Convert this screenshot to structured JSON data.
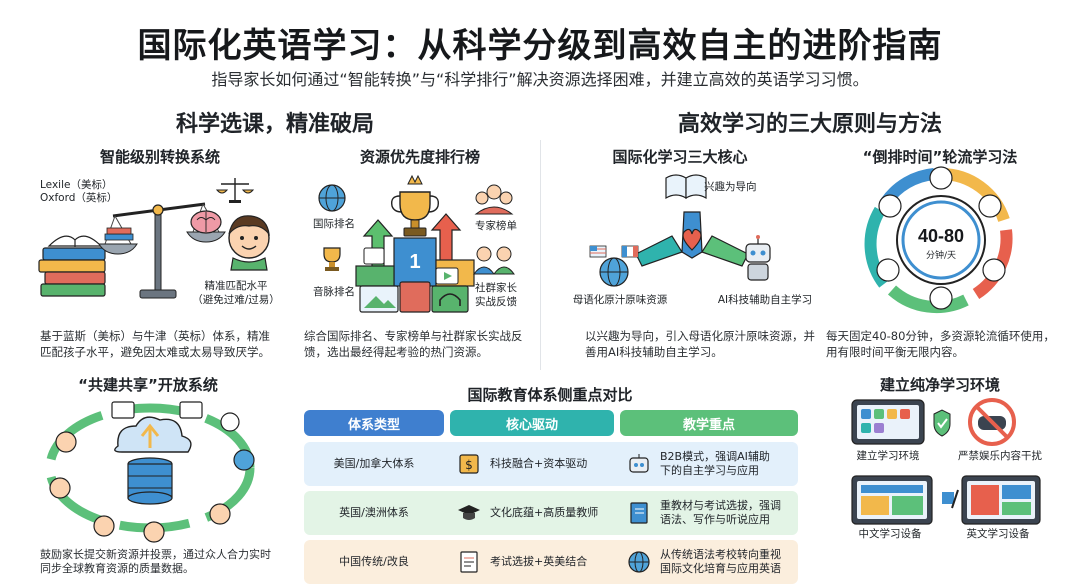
{
  "title": "国际化英语学习：从科学分级到高效自主的进阶指南",
  "subtitle": "指导家长如何通过“智能转换”与“科学排行”解决资源选择困难，并建立高效的英语学习习惯。",
  "left_column": {
    "heading": "科学选课，精准破局",
    "level_system": {
      "heading": "智能级别转换系统",
      "label_lexile": "Lexile（美标）",
      "label_oxford": "Oxford（英标）",
      "label_match": "精准匹配水平",
      "label_avoid": "（避免过难/过易）",
      "description": "基于蓝斯（美标）与牛津（英标）体系，精准匹配孩子水平，避免因太难或太易导致厌学。"
    },
    "ranking": {
      "heading": "资源优先度排行榜",
      "label_intl": "国际排名",
      "label_expert": "专家榜单",
      "label_audio": "音脉排名",
      "label_parents": "社群家长",
      "label_feedback": "实战反馈",
      "podium_rank": "1",
      "description": "综合国际排名、专家榜单与社群家长实战反馈，选出最经得起考验的热门资源。"
    }
  },
  "right_column": {
    "heading": "高效学习的三大原则与方法",
    "core": {
      "heading": "国际化学习三大核心",
      "label_interest": "兴趣为导向",
      "label_native": "母语化原汁原味资源",
      "label_ai": "AI科技辅助自主学习",
      "description": "以兴趣为导向，引入母语化原汁原味资源，并善用AI科技辅助自主学习。"
    },
    "rotation": {
      "heading": "“倒排时间”轮流学习法",
      "clock_main": "40-80",
      "clock_sub": "分钟/天",
      "description": "每天固定40-80分钟，多资源轮流循环使用，用有限时间平衡无限内容。"
    }
  },
  "shared": {
    "heading": "“共建共享”开放系统",
    "description": "鼓励家长提交新资源并投票，通过众人合力实时同步全球教育资源的质量数据。"
  },
  "comparison": {
    "heading": "国际教育体系侧重点对比",
    "headers": [
      "体系类型",
      "核心驱动",
      "教学重点"
    ],
    "header_colors": [
      "#3f7fcf",
      "#2fb3ad",
      "#5cc07a"
    ],
    "rows": [
      {
        "type": "美国/加拿大体系",
        "driver": "科技融合+资本驱动",
        "focus_1": "B2B模式，强调AI辅助",
        "focus_2": "下的自主学习与应用",
        "bg": "#e3f0fb"
      },
      {
        "type": "英国/澳洲体系",
        "driver": "文化底蕴+高质量教师",
        "focus_1": "重教材与考试选拔，强调",
        "focus_2": "语法、写作与听说应用",
        "bg": "#e3f4e6"
      },
      {
        "type": "中国传统/改良",
        "driver": "考试选拔+英美结合",
        "focus_1": "从传统语法考校转向重视",
        "focus_2": "国际文化培育与应用英语",
        "bg": "#fbeedd"
      }
    ]
  },
  "environment": {
    "heading": "建立纯净学习环境",
    "label_clean": "建立学习环境",
    "label_ban": "严禁娱乐内容干扰",
    "label_cn": "中文学习设备",
    "label_en": "英文学习设备"
  }
}
